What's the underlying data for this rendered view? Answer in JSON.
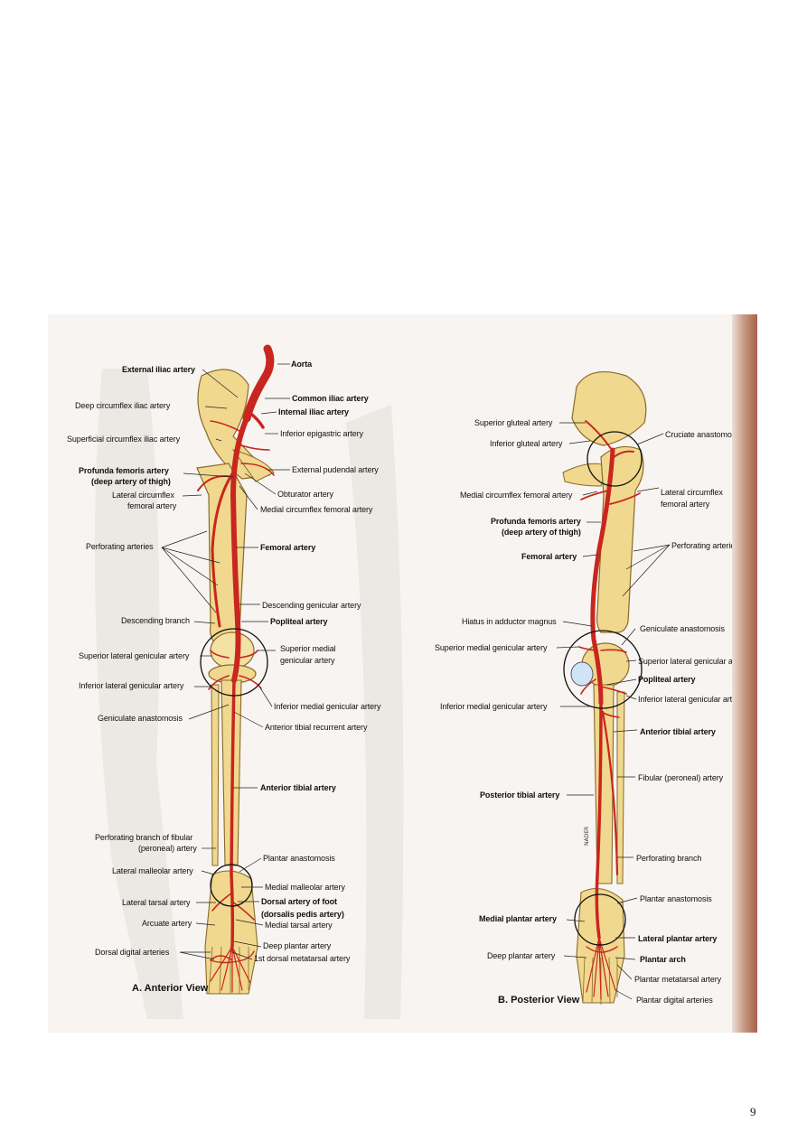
{
  "page_number": "9",
  "colors": {
    "artery": "#c8261e",
    "bone": "#f1d88f",
    "bone_outline": "#8a6a2a",
    "figure_background": "#f7f4f1",
    "leader": "#222222"
  },
  "anterior": {
    "caption_letter": "A.",
    "caption_text": "Anterior View",
    "labels": [
      "External iliac artery",
      "Deep circumflex iliac artery",
      "Superficial circumflex iliac artery",
      "Profunda femoris artery",
      "(deep artery of thigh)",
      "Lateral circumflex",
      "femoral artery",
      "Perforating arteries",
      "Descending branch",
      "Superior lateral genicular artery",
      "Inferior lateral genicular artery",
      "Geniculate anastomosis",
      "Perforating branch of fibular",
      "(peroneal) artery",
      "Lateral malleolar artery",
      "Lateral tarsal artery",
      "Arcuate artery",
      "Dorsal digital arteries",
      "Aorta",
      "Common iliac artery",
      "Internal iliac artery",
      "Inferior epigastric artery",
      "External pudendal artery",
      "Obturator artery",
      "Medial circumflex femoral artery",
      "Femoral artery",
      "Descending genicular artery",
      "Popliteal artery",
      "Superior medial",
      "genicular artery",
      "Inferior medial genicular artery",
      "Anterior tibial recurrent artery",
      "Anterior tibial artery",
      "Plantar anastomosis",
      "Medial malleolar artery",
      "Dorsal artery of foot",
      "(dorsalis pedis artery)",
      "Medial tarsal artery",
      "Deep plantar artery",
      "1st dorsal metatarsal artery"
    ]
  },
  "posterior": {
    "caption_letter": "B.",
    "caption_text": "Posterior View",
    "watermark": "NADER",
    "labels": [
      "Superior gluteal artery",
      "Inferior gluteal artery",
      "Medial circumflex femoral artery",
      "Profunda femoris artery",
      "(deep artery of thigh)",
      "Femoral artery",
      "Hiatus in adductor magnus",
      "Superior medial genicular artery",
      "Inferior medial genicular artery",
      "Posterior tibial artery",
      "Medial plantar artery",
      "Deep plantar artery",
      "Cruciate anastomosis",
      "Lateral circumflex",
      "femoral artery",
      "Perforating arteries",
      "Geniculate anastomosis",
      "Superior lateral genicular artery",
      "Popliteal artery",
      "Inferior lateral genicular artery",
      "Anterior tibial artery",
      "Fibular (peroneal) artery",
      "Perforating branch",
      "Plantar anastomosis",
      "Lateral plantar artery",
      "Plantar arch",
      "Plantar metatarsal artery",
      "Plantar digital arteries"
    ]
  }
}
